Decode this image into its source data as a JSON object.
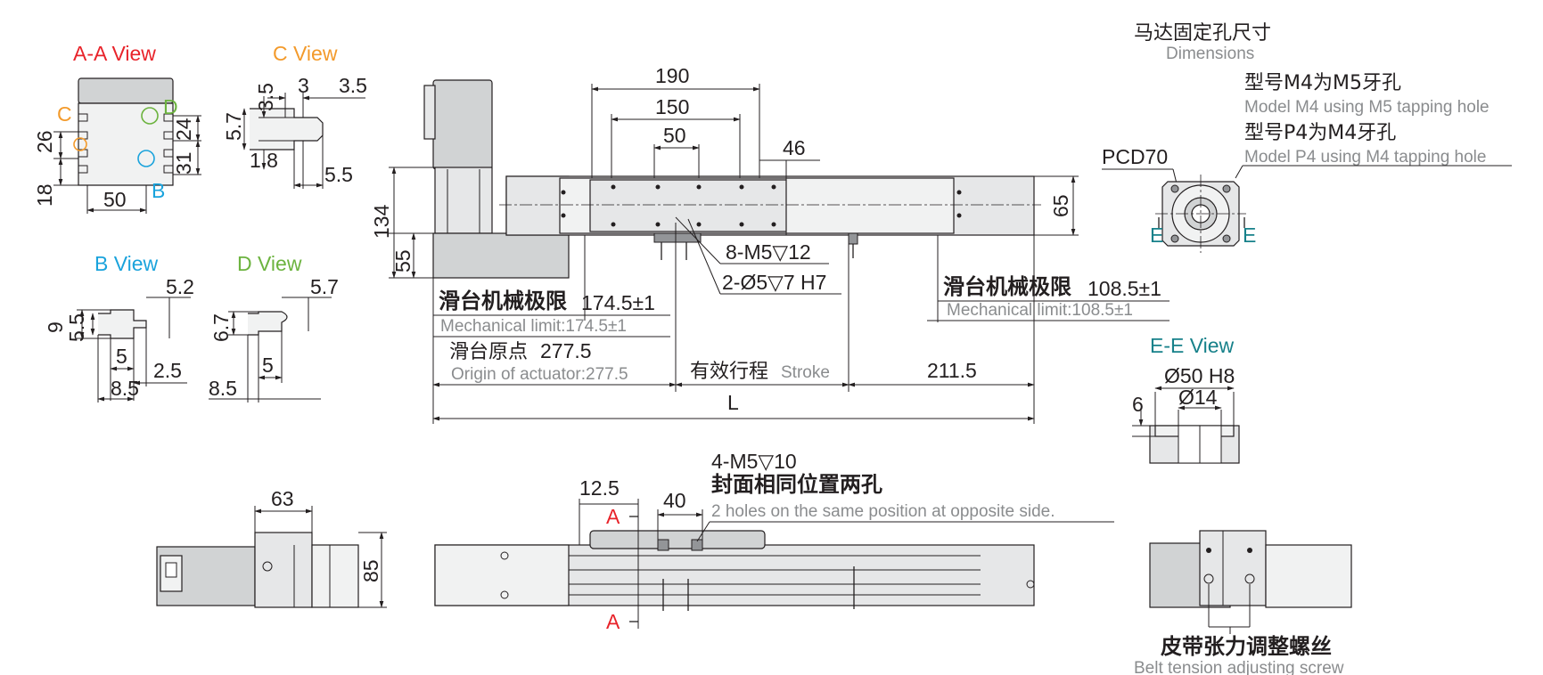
{
  "views": {
    "aa": "A-A View",
    "c": "C View",
    "b": "B View",
    "d": "D View",
    "ee": "E-E View"
  },
  "markers": {
    "c": "C",
    "d": "D",
    "b": "B",
    "a": "A",
    "e": "E"
  },
  "colors": {
    "aa": "#e8232a",
    "c": "#f39a2b",
    "b": "#1aa3dc",
    "d": "#6cb33f",
    "ee": "#17818a",
    "line": "#231f20",
    "gray_text": "#8a8c8e",
    "body_fill": "#e6e7e8"
  },
  "aa_dims": {
    "d26": "26",
    "d18": "18",
    "d50": "50",
    "d24": "24",
    "d31": "31"
  },
  "c_dims": {
    "d3": "3",
    "d3_5a": "3.5",
    "d3_5b": "3.5",
    "d5_7": "5.7",
    "d1_8": "1.8",
    "d5_5": "5.5"
  },
  "b_dims": {
    "d5_2": "5.2",
    "d9": "9",
    "d5_5": "5.5",
    "d5": "5",
    "d2_5": "2.5",
    "d8_5": "8.5"
  },
  "d_dims": {
    "d5_7": "5.7",
    "d6_7": "6.7",
    "d5": "5",
    "d8_5": "8.5"
  },
  "main_dims": {
    "d190": "190",
    "d150": "150",
    "d50": "50",
    "d46": "46",
    "d65": "65",
    "d134": "134",
    "d55": "55",
    "d211_5": "211.5",
    "L": "L",
    "holes1": "8-M5▽12",
    "holes2": "2-Ø5▽7 H7"
  },
  "labels": {
    "mech_limit_left_cn": "滑台机械极限",
    "mech_limit_left_val": "174.5±1",
    "mech_limit_left_en": "Mechanical limit:174.5±1",
    "origin_cn": "滑台原点",
    "origin_val": "277.5",
    "origin_en": "Origin of actuator:277.5",
    "stroke_cn": "有效行程",
    "stroke_en": "Stroke",
    "mech_limit_right_cn": "滑台机械极限",
    "mech_limit_right_val": "108.5±1",
    "mech_limit_right_en": "Mechanical limit:108.5±1"
  },
  "motor_holes": {
    "title_cn": "马达固定孔尺寸",
    "title_en": "Dimensions",
    "m4_cn": "型号M4为M5牙孔",
    "m4_en": "Model M4 using M5 tapping hole",
    "p4_cn": "型号P4为M4牙孔",
    "p4_en": "Model P4 using M4 tapping hole",
    "pcd": "PCD70"
  },
  "ee_dims": {
    "d50h8": "Ø50 H8",
    "d14": "Ø14",
    "d6": "6"
  },
  "bottom": {
    "d63": "63",
    "d85": "85",
    "d12_5": "12.5",
    "d40": "40",
    "holes_spec": "4-M5▽10",
    "holes_cn": "封面相同位置两孔",
    "holes_en": "2 holes on the same position at opposite side.",
    "belt_cn": "皮带张力调整螺丝",
    "belt_en": "Belt tension adjusting screw"
  }
}
